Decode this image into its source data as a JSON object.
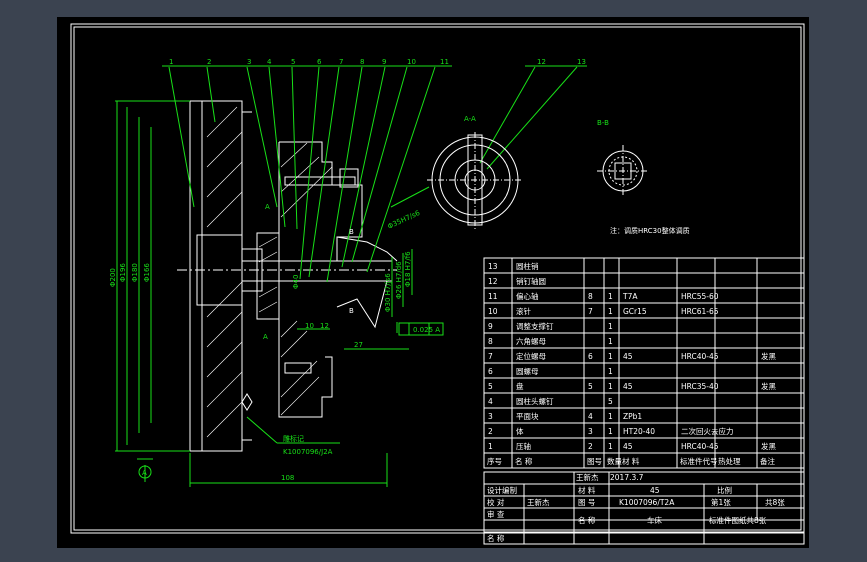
{
  "drawing": {
    "section_aa": "A-A",
    "section_bb": "B-B",
    "note": "注：调质HRC30整体调质",
    "engraved_label": "雕标记",
    "engraved_code": "K1007096/J2A",
    "datum": "A",
    "section_mark_a": "A",
    "section_mark_b": "B",
    "balloons": [
      "1",
      "2",
      "3",
      "4",
      "5",
      "6",
      "7",
      "8",
      "9",
      "10",
      "11",
      "12",
      "13"
    ],
    "dims": {
      "d200": "Φ200",
      "d196": "Φ196",
      "d180": "Φ180",
      "d166": "Φ166",
      "d40": "Φ40",
      "d35": "Φ35H7/s6",
      "d30": "Φ30 H7/js6",
      "d26": "Φ26 H7/d6",
      "d18": "Φ18 H7/f6",
      "tol": "0.025 A",
      "w10": "10",
      "w12": "12",
      "w27": "27",
      "w108": "108"
    }
  },
  "bom": {
    "rows": [
      {
        "no": "13",
        "name": "圆柱销",
        "code": "",
        "qty": "",
        "mat": "",
        "std": "",
        "note": ""
      },
      {
        "no": "12",
        "name": "销钉轴圆",
        "code": "",
        "qty": "",
        "mat": "",
        "std": "",
        "note": ""
      },
      {
        "no": "11",
        "name": "偏心轴",
        "code": "8",
        "qty": "1",
        "mat": "T7A",
        "std": "HRC55-60",
        "note": ""
      },
      {
        "no": "10",
        "name": "滚针",
        "code": "7",
        "qty": "1",
        "mat": "GCr15",
        "std": "HRC61-65",
        "note": ""
      },
      {
        "no": "9",
        "name": "调整支撑钉",
        "code": "",
        "qty": "1",
        "mat": "",
        "std": "",
        "note": ""
      },
      {
        "no": "8",
        "name": "六角螺母",
        "code": "",
        "qty": "1",
        "mat": "",
        "std": "",
        "note": ""
      },
      {
        "no": "7",
        "name": "定位螺母",
        "code": "6",
        "qty": "1",
        "mat": "45",
        "std": "HRC40-45",
        "note": "发黑"
      },
      {
        "no": "6",
        "name": "圆螺母",
        "code": "",
        "qty": "1",
        "mat": "",
        "std": "",
        "note": ""
      },
      {
        "no": "5",
        "name": "盘",
        "code": "5",
        "qty": "1",
        "mat": "45",
        "std": "HRC35-40",
        "note": "发黑"
      },
      {
        "no": "4",
        "name": "圆柱头螺钉",
        "code": "",
        "qty": "5",
        "mat": "",
        "std": "",
        "note": ""
      },
      {
        "no": "3",
        "name": "平面块",
        "code": "4",
        "qty": "1",
        "mat": "ZPb1",
        "std": "",
        "note": ""
      },
      {
        "no": "2",
        "name": "体",
        "code": "3",
        "qty": "1",
        "mat": "HT20-40",
        "std": "二次回火去应力",
        "note": ""
      },
      {
        "no": "1",
        "name": "压轴",
        "code": "2",
        "qty": "1",
        "mat": "45",
        "std": "HRC40-45",
        "note": "发黑"
      }
    ],
    "header": {
      "no": "序号",
      "name": "名 称",
      "code": "图号",
      "qty": "数量",
      "mat": "材  料",
      "std": "标准件代号",
      "heat": "热处理",
      "note": "备注"
    }
  },
  "title_block": {
    "designer_label": "王新杰",
    "date": "2017.3.7",
    "row_design": "设计编制",
    "material_label": "材  料",
    "material_value": "45",
    "scale_label": "比例",
    "check_label": "校  对",
    "checker": "王新杰",
    "drawing_no_label": "图  号",
    "drawing_no": "K1007096/T2A",
    "sheet_label": "第1张",
    "total_label": "共8张",
    "review_label": "审  查",
    "name_label": "名  称",
    "machine": "车床",
    "std_label": "标准件图纸共8张",
    "approve_label": "名  称"
  }
}
